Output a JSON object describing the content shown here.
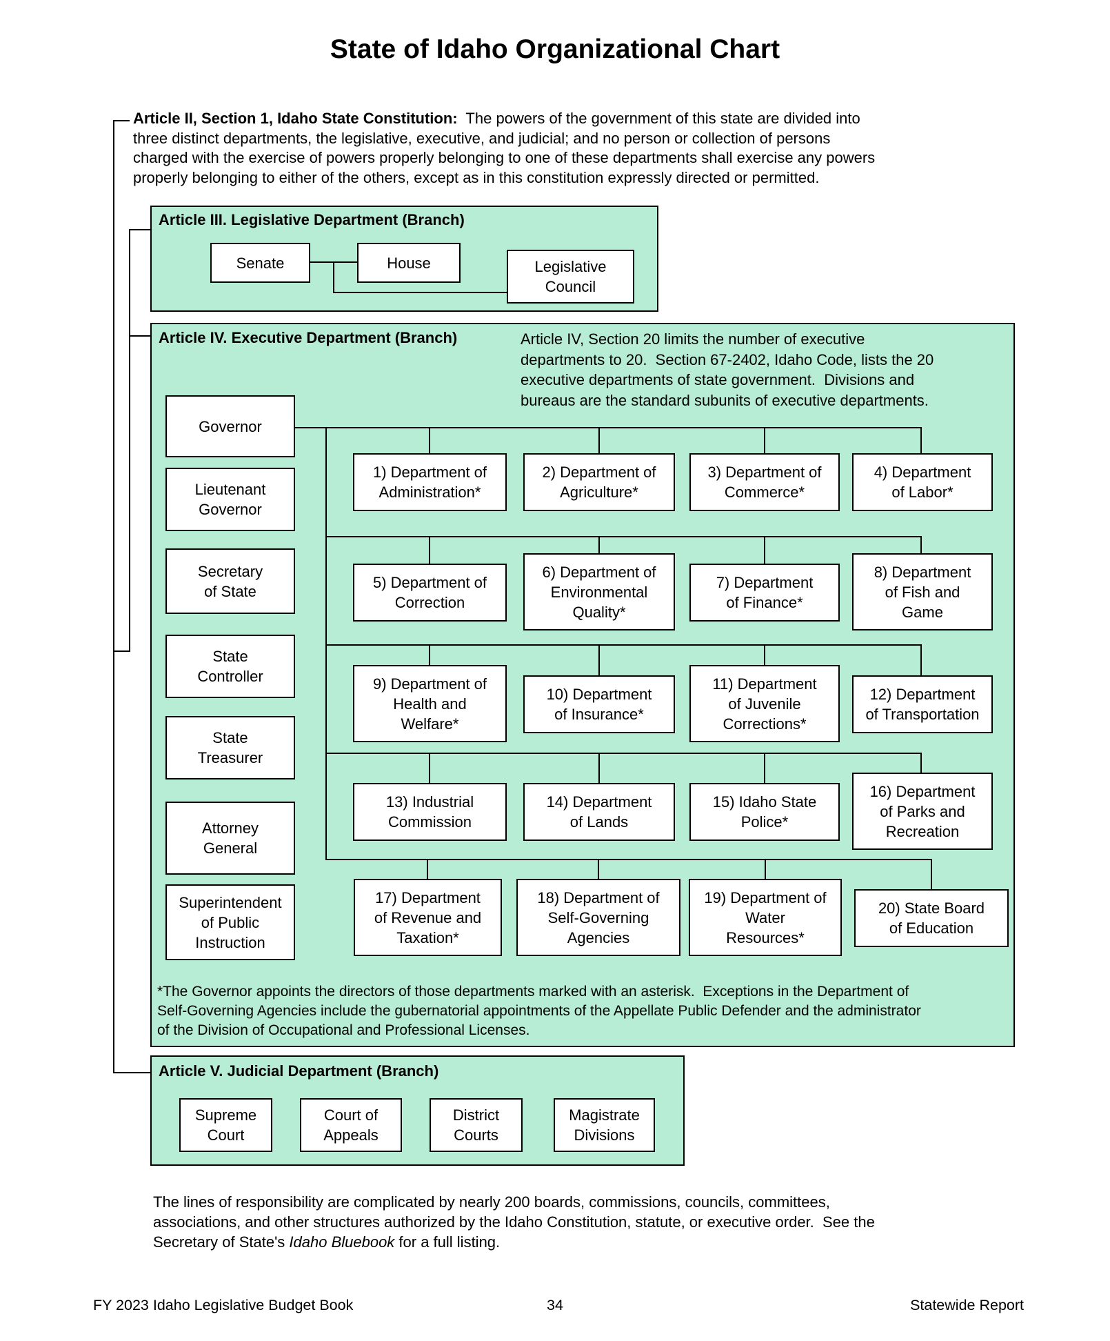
{
  "title": "State of Idaho Organizational Chart",
  "colors": {
    "panel_fill": "#b7ecd5",
    "box_fill": "#ffffff",
    "line": "#000000"
  },
  "intro": {
    "bold": "Article II, Section 1, Idaho State Constitution:",
    "text": "  The powers of the government of this state are divided into\nthree distinct departments, the legislative, executive, and judicial; and no person or collection of persons\ncharged with the exercise of powers properly belonging to one of these departments shall exercise any powers\nproperly belonging to either of the others, except as in this constitution expressly directed or permitted."
  },
  "legislative": {
    "header": "Article III.  Legislative Department (Branch)",
    "boxes": [
      "Senate",
      "House",
      "Legislative\nCouncil"
    ]
  },
  "executive": {
    "header": "Article IV.  Executive Department (Branch)",
    "note": "Article IV, Section 20 limits the number of executive\ndepartments to 20.  Section 67-2402, Idaho Code, lists the 20\nexecutive departments of state government.  Divisions and\nbureaus are the standard subunits of executive departments.",
    "officials": [
      "Governor",
      "Lieutenant\nGovernor",
      "Secretary\nof State",
      "State\nController",
      "State\nTreasurer",
      "Attorney\nGeneral",
      "Superintendent\nof Public\nInstruction"
    ],
    "departments": [
      "1) Department of\nAdministration*",
      "2) Department of\nAgriculture*",
      "3) Department of\nCommerce*",
      "4) Department\nof Labor*",
      "5) Department of\nCorrection",
      "6) Department of\nEnvironmental\nQuality*",
      "7) Department\nof Finance*",
      "8) Department\nof Fish and\nGame",
      "9) Department of\nHealth and\nWelfare*",
      "10) Department\nof Insurance*",
      "11) Department\nof Juvenile\nCorrections*",
      "12) Department\nof Transportation",
      "13) Industrial\nCommission",
      "14) Department\nof Lands",
      "15) Idaho State\nPolice*",
      "16) Department\nof Parks and\nRecreation",
      "17) Department\nof Revenue and\nTaxation*",
      "18) Department of\nSelf-Governing\nAgencies",
      "19) Department of\nWater\nResources*",
      "20) State Board\nof Education"
    ],
    "footnote": "*The Governor appoints the directors of those departments marked with an asterisk.  Exceptions in the Department of\nSelf-Governing Agencies include the gubernatorial appointments of the Appellate Public Defender and the administrator\nof the Division of Occupational and Professional Licenses."
  },
  "judicial": {
    "header": "Article V.  Judicial Department (Branch)",
    "boxes": [
      "Supreme\nCourt",
      "Court of\nAppeals",
      "District\nCourts",
      "Magistrate\nDivisions"
    ]
  },
  "closing": {
    "part1": "The lines of responsibility are complicated by nearly 200 boards, commissions, councils, committees,\nassociations, and other structures authorized by the Idaho Constitution, statute, or executive order.  See the\nSecretary of State's ",
    "italic": "Idaho Bluebook",
    "part2": " for a full listing."
  },
  "footer": {
    "left": "FY 2023 Idaho Legislative Budget Book",
    "page": "34",
    "right": "Statewide Report"
  }
}
